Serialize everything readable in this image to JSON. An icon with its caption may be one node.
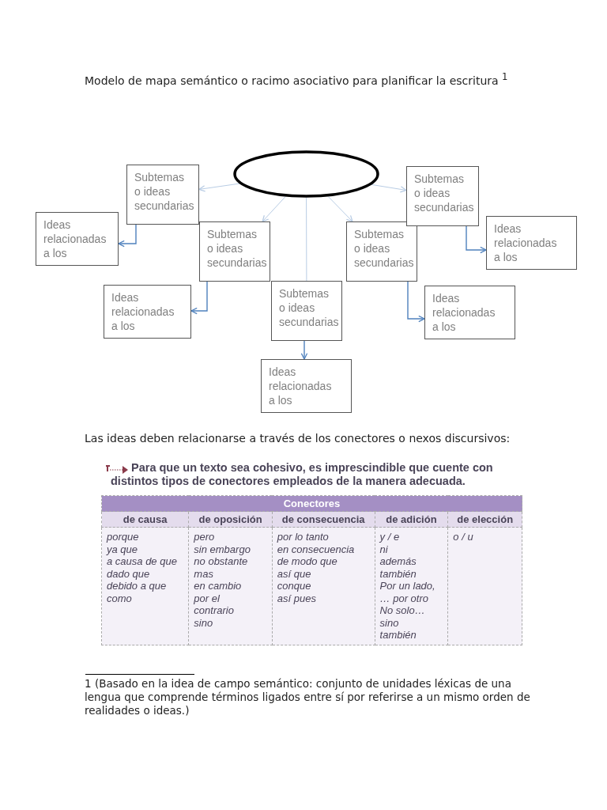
{
  "diagram": {
    "title": "Modelo de mapa semántico o racimo asociativo para planificar la escritura $^{1}$",
    "nodes": [
      {
        "text": [],
        "shape": "ellipse"
      },
      {
        "text": [
          "Subtemas o ideas secundarias"
        ]
      },
      {
        "text": [
          "Ideas relacionadas a los"
        ]
      },
      {
        "text": [
          "Subtemas o ideas secundarias"
        ]
      },
      {
        "text": [
          "Ideas relacionadas a los"
        ]
      },
      {
        "text": [
          "Subtemas o ideas secundarias"
        ]
      },
      {
        "text": [
          "Ideas relacionadas a los"
        ]
      },
      {
        "text": [
          "Subtemas o ideas secundarias"
        ]
      },
      {
        "text": [
          "Ideas relacionadas a los"
        ]
      },
      {
        "text": [
          "Subtemas o ideas secundarias"
        ]
      },
      {
        "text": [
          "Ideas relacionadas a los"
        ]
      }
    ],
    "edges": [
      {
        "from": 0,
        "to": 1,
        "arrow": "to",
        "color": "#b8cce4"
      },
      {
        "from": 0,
        "to": 3,
        "arrow": "to",
        "color": "#b8cce4"
      },
      {
        "from": 0,
        "to": 5,
        "arrow": "none",
        "color": "#b8cce4"
      },
      {
        "from": 0,
        "to": 7,
        "arrow": "to",
        "color": "#b8cce4"
      },
      {
        "from": 0,
        "to": 9,
        "arrow": "to",
        "color": "#b8cce4"
      },
      {
        "from": 1,
        "to": 2,
        "arrow": "to",
        "color": "#4f81bd"
      },
      {
        "from": 3,
        "to": 4,
        "arrow": "to",
        "color": "#4f81bd"
      },
      {
        "from": 5,
        "to": 6,
        "arrow": "to",
        "color": "#4f81bd"
      },
      {
        "from": 7,
        "to": 8,
        "arrow": "to",
        "color": "#4f81bd"
      },
      {
        "from": 9,
        "to": 10,
        "arrow": "to",
        "color": "#4f81bd"
      }
    ],
    "labels": [
      "Las ideas deben relacionarse a través de los conectores o nexos discursivos:",
      "Para que un texto sea cohesivo, es imprescindible que cuente con distintos tipos de conectores empleados de la manera adecuada.",
      "Conectores",
      "de causa",
      "de oposición",
      "de consecuencia",
      "de adición",
      "de elección",
      "porque",
      "ya que",
      "a causa de que",
      "dado que",
      "debido a que",
      "como",
      "pero",
      "sin embargo",
      "no obstante",
      "mas",
      "en cambio",
      "por el",
      "contrario",
      "sino",
      "por lo tanto",
      "en consecuencia",
      "de modo que",
      "así que",
      "conque",
      "así pues",
      "y / e",
      "ni",
      "además",
      "también",
      "Por un lado,",
      "… por otro",
      "No solo…",
      "sino",
      "también",
      "o / u",
      "1  (Basado en la idea de campo semántico: conjunto de unidades léxicas de una lengua que comprende términos ligados entre sí por referirse a un mismo orden de realidades o ideas.)"
    ]
  }
}
